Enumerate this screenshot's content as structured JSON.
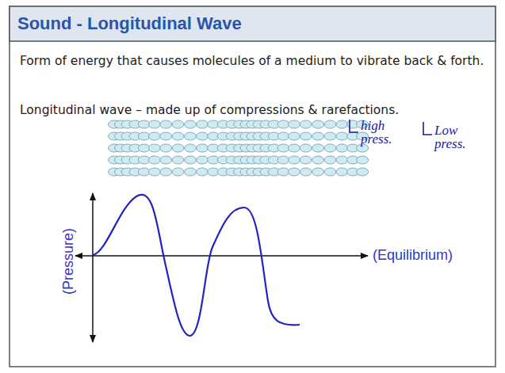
{
  "diagram": {
    "title": "Sound - Longitudinal Wave",
    "labels": [
      "Form of energy that causes molecules of a medium to vibrate back & forth.",
      "Longitudinal wave – made up of compressions & rarefactions.",
      "high press.",
      "Low press.",
      "(Pressure)",
      "(Equilibrium)"
    ]
  }
}
